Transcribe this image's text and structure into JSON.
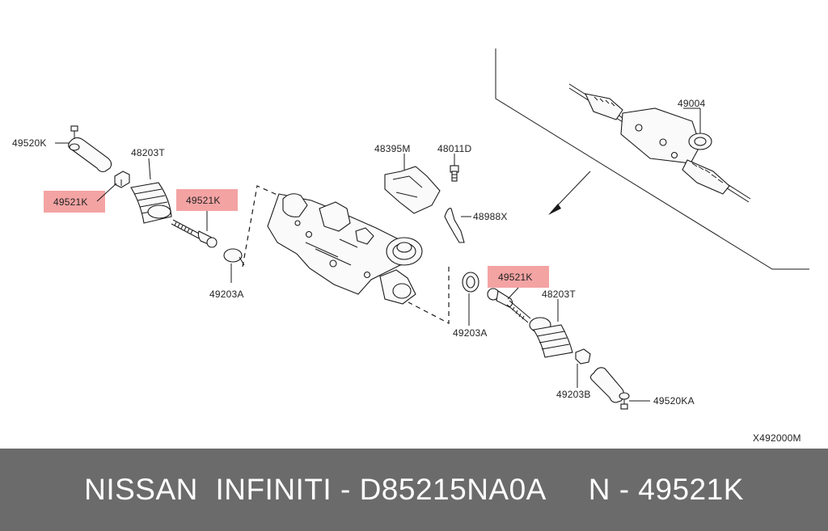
{
  "labels": {
    "tie_rod_end_left": "49520K",
    "tie_rod_end_right": "49520KA",
    "inner_socket_1": "49521K",
    "inner_socket_2": "49521K",
    "inner_socket_3": "49521K",
    "boot_left": "48203T",
    "boot_right": "48203T",
    "clamp_left": "49203A",
    "clamp_right": "49203A",
    "clip_right": "49203B",
    "insulator": "48395M",
    "bolt": "48011D",
    "bracket": "48988X",
    "gear_assembly": "49004",
    "diagram_code": "X492000M"
  },
  "colors": {
    "highlight": "#f4a3a3",
    "footer_background": "#6b6b6b",
    "footer_text": "#ffffff"
  },
  "footer": {
    "text": "NISSAN  INFINITI - D85215NA0A     N - 49521K"
  }
}
